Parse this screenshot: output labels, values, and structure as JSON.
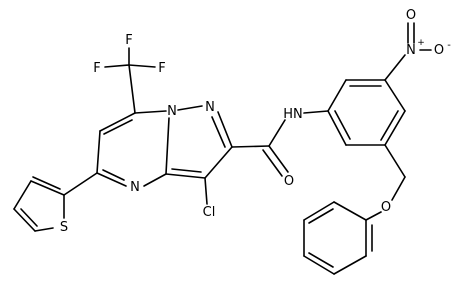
{
  "molecule": {
    "atom_labels": {
      "f_top": "F",
      "f_left": "F",
      "f_right": "F",
      "n_bridge": "N",
      "n_pyrazole": "N",
      "n_pyrimidine": "N",
      "s_thiophene": "S",
      "cl": "Cl",
      "o_amide": "O",
      "nh_amide": "HN",
      "n_nitro": "N",
      "n_nitro_charge": "+",
      "o_nitro_top": "O",
      "o_nitro_right": "O",
      "o_nitro_charge": "-",
      "o_ether": "O"
    }
  }
}
